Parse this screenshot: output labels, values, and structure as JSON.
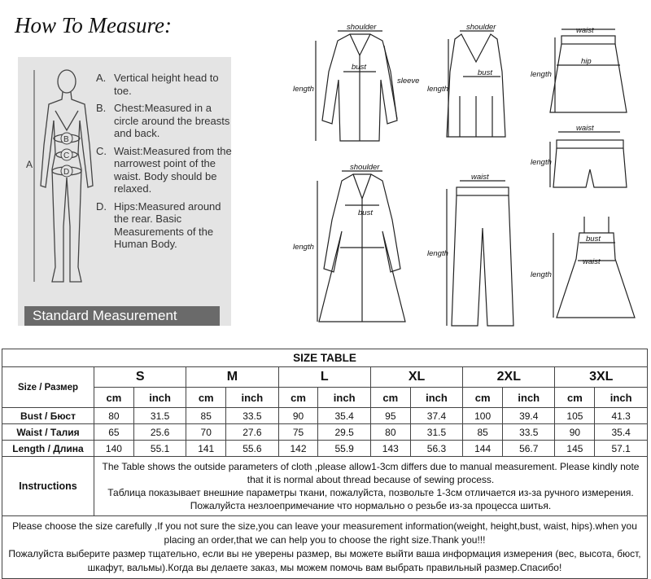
{
  "how_to": {
    "title": "How To Measure:",
    "body_letters": [
      "A",
      "B",
      "C",
      "D"
    ],
    "steps": [
      {
        "letter": "A.",
        "text": "Vertical height head to toe."
      },
      {
        "letter": "B.",
        "text": "Chest:Measured in a circle around the breasts and back."
      },
      {
        "letter": "C.",
        "text": "Waist:Measured from the narrowest point of the waist. Body should be relaxed."
      },
      {
        "letter": "D.",
        "text": "Hips:Measured around the rear. Basic Measurements of the Human Body."
      }
    ],
    "standard_label": "Standard Measurement"
  },
  "garments": {
    "shirt": {
      "shoulder": "shoulder",
      "bust": "bust",
      "sleeve": "sleeve",
      "length": "length"
    },
    "vest": {
      "shoulder": "shoulder",
      "bust": "bust",
      "length": "length"
    },
    "skirt": {
      "waist": "waist",
      "hip": "hip",
      "length": "length"
    },
    "shorts": {
      "waist": "waist",
      "length": "length"
    },
    "coat": {
      "shoulder": "shoulder",
      "bust": "bust",
      "length": "length"
    },
    "pants": {
      "waist": "waist",
      "length": "length"
    },
    "dress": {
      "bust": "bust",
      "waist": "waist",
      "length": "length"
    }
  },
  "size_table": {
    "title": "SIZE TABLE",
    "size_label": "Size / Размер",
    "sizes": [
      "S",
      "M",
      "L",
      "XL",
      "2XL",
      "3XL"
    ],
    "units": [
      "cm",
      "inch"
    ],
    "rows": [
      {
        "label": "Bust / Бюст",
        "values": [
          "80",
          "31.5",
          "85",
          "33.5",
          "90",
          "35.4",
          "95",
          "37.4",
          "100",
          "39.4",
          "105",
          "41.3"
        ]
      },
      {
        "label": "Waist / Талия",
        "values": [
          "65",
          "25.6",
          "70",
          "27.6",
          "75",
          "29.5",
          "80",
          "31.5",
          "85",
          "33.5",
          "90",
          "35.4"
        ]
      },
      {
        "label": "Length / Длина",
        "values": [
          "140",
          "55.1",
          "141",
          "55.6",
          "142",
          "55.9",
          "143",
          "56.3",
          "144",
          "56.7",
          "145",
          "57.1"
        ]
      }
    ],
    "instructions_label": "Instructions",
    "instructions": [
      "The Table shows the outside parameters of cloth ,please allow1-3cm differs due to manual measurement. Please kindly note that it is normal about thread because of sewing process.",
      "Таблица показывает внешние параметры ткани, пожалуйста, позвольте 1-3см отличается из-за  ручного измерения.",
      "Пожалуйста незлоепримечание что нормально о резьбе из-за процесса шитья."
    ],
    "note": [
      "Please choose the size carefully ,If you not sure the size,you can leave your measurement information(weight, height,bust, waist, hips).when you placing an order,that we can help you to choose the right size.Thank you!!!",
      "Пожалуйста выберите размер тщательно, если вы не уверены размер, вы можете выйти ваша информация измерения (вес, высота, бюст, шкафут, вальмы).Когда вы делаете заказ, мы можем помочь вам выбрать правильный размер.Спасибо!"
    ]
  }
}
